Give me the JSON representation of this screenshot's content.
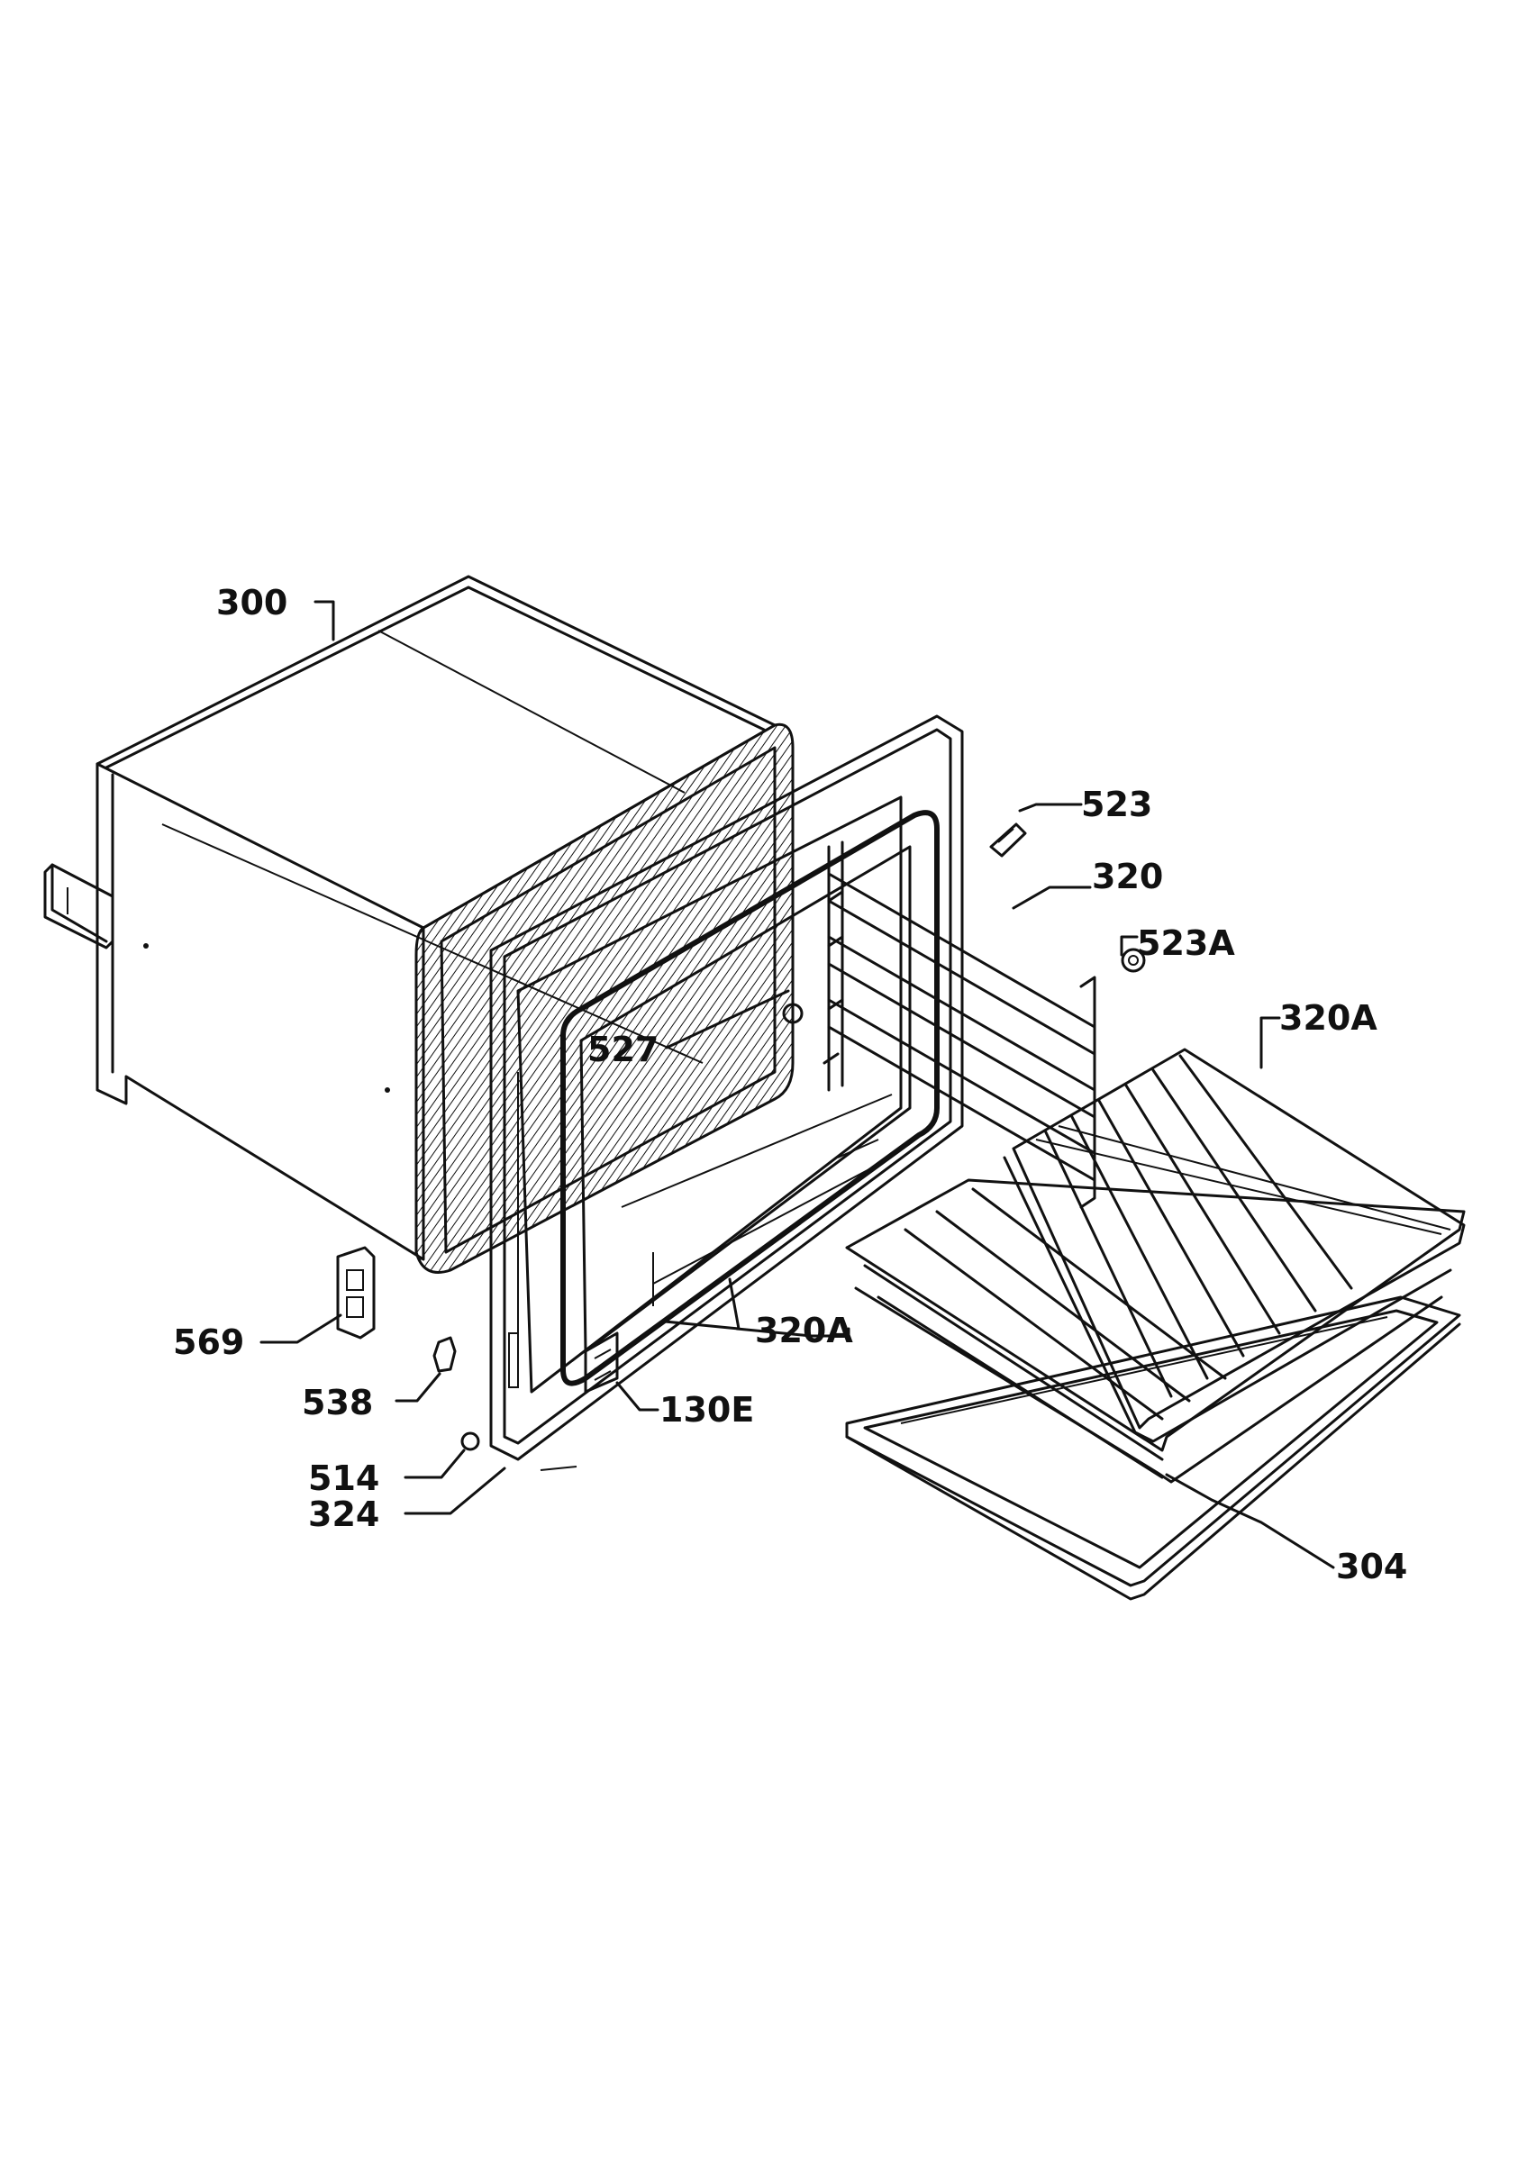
{
  "callouts": [
    {
      "id": "300",
      "text": "300"
    },
    {
      "id": "523",
      "text": "523"
    },
    {
      "id": "320",
      "text": "320"
    },
    {
      "id": "523a",
      "text": "523A"
    },
    {
      "id": "320a_top",
      "text": "320A"
    },
    {
      "id": "527",
      "text": "527"
    },
    {
      "id": "320a_mid",
      "text": "320A"
    },
    {
      "id": "569",
      "text": "569"
    },
    {
      "id": "538",
      "text": "538"
    },
    {
      "id": "130e",
      "text": "130E"
    },
    {
      "id": "514",
      "text": "514"
    },
    {
      "id": "324",
      "text": "324"
    },
    {
      "id": "304",
      "text": "304"
    }
  ]
}
